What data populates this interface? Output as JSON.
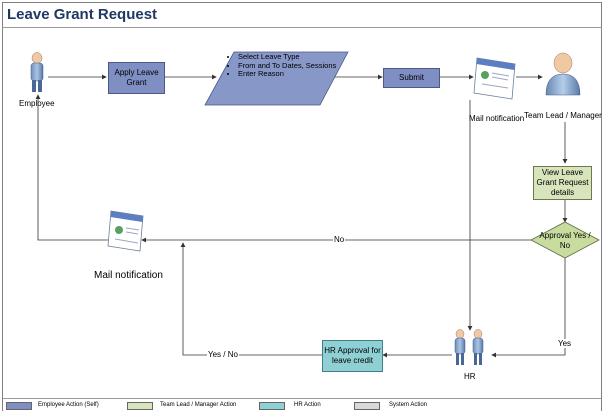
{
  "title": "Leave Grant Request",
  "actors": {
    "employee": "Employee",
    "team_lead": "Team Lead / Manager",
    "hr": "HR"
  },
  "steps": {
    "apply": "Apply Leave Grant",
    "details_items": [
      "Select Leave Type",
      "From and To Dates, Sessions",
      "Enter Reason"
    ],
    "submit": "Submit",
    "mail_notification_top": "Mail notification",
    "view_request": "View Leave Grant Request details",
    "approval": "Approval Yes / No",
    "mail_notification_left": "Mail notification",
    "hr_approval": "HR Approval for leave credit"
  },
  "flow_labels": {
    "no": "No",
    "yes": "Yes",
    "yes_no": "Yes / No"
  },
  "legend": [
    {
      "label": "Employee Action (Self)",
      "color": "#7f8fc4"
    },
    {
      "label": "Team Lead / Manager Action",
      "color": "#d7e4bc"
    },
    {
      "label": "HR Action",
      "color": "#8fd0d4"
    },
    {
      "label": "System Action",
      "color": "#d9d9d9"
    }
  ],
  "colors": {
    "employee_action": "#7f8fc4",
    "team_lead_action": "#d7e4bc",
    "hr_action": "#8fd0d4",
    "system_action": "#d9d9d9",
    "title": "#1f3864"
  }
}
